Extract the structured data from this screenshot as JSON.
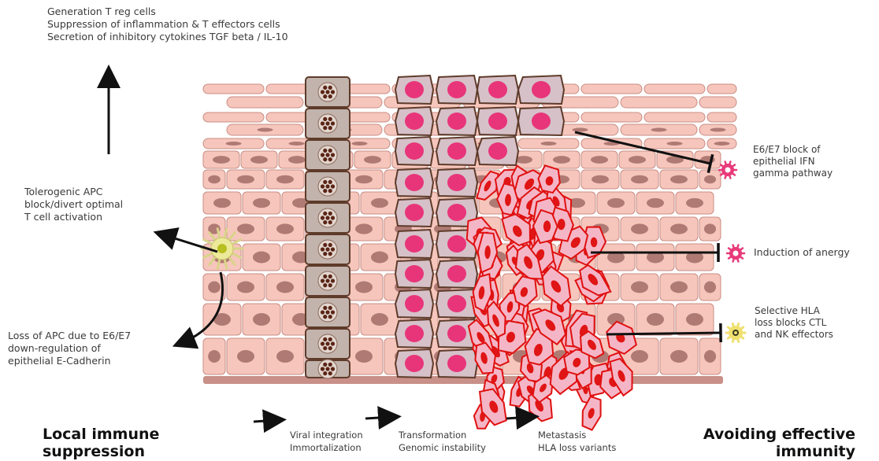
{
  "top_left": {
    "lines": [
      "Generation T reg cells",
      "Suppression of inflammation & T effectors cells",
      "Secretion of inhibitory cytokines TGF beta / IL-10"
    ]
  },
  "left": {
    "tolerogenic": [
      "Tolerogenic APC",
      "block/divert optimal",
      "T cell activation"
    ],
    "loss_apc": [
      "Loss of APC due to E6/E7",
      "down-regulation of",
      "epithelial E-Cadherin"
    ]
  },
  "right": {
    "ifn_block": [
      "E6/E7 block of",
      "epithelial IFN",
      "gamma pathway"
    ],
    "anergy": "Induction of anergy",
    "hla_loss": [
      "Selective HLA",
      "loss blocks CTL",
      "and NK effectors"
    ]
  },
  "bottom": {
    "left_title": [
      "Local immune",
      "suppression"
    ],
    "right_title": [
      "Avoiding effective",
      "immunity"
    ],
    "stages": [
      [
        "Viral integration",
        "Immortalization"
      ],
      [
        "Transformation",
        "Genomic instability"
      ],
      [
        "Metastasis",
        "HLA loss variants"
      ]
    ]
  },
  "colors": {
    "normal_cell_fill": "#f6c6bc",
    "normal_cell_stroke": "#c98d84",
    "normal_nucleus": "#b07a74",
    "infected_cell_fill": "#c2b3ac",
    "infected_cell_stroke": "#5e3b2a",
    "viral_particle": "#5a2516",
    "transformed_cell_fill": "#d6c1c9",
    "transformed_nucleus": "#e8357a",
    "tumor_cell_fill": "#f4b6c6",
    "tumor_cell_stroke": "#e01010",
    "tumor_nucleus": "#e01515",
    "basement": "#c89088",
    "apc_fill": "#ecea9a",
    "t_cell_pink": "#e83a7a",
    "nk_cell_yellow": "#f0e070"
  },
  "icons": [
    "arrow-up-icon",
    "arrow-left-icon",
    "curved-arrow-icon",
    "block-t-bar-icon",
    "apc-star-icon",
    "t-cell-icon",
    "nk-cell-icon",
    "stage-arrow-icon"
  ]
}
